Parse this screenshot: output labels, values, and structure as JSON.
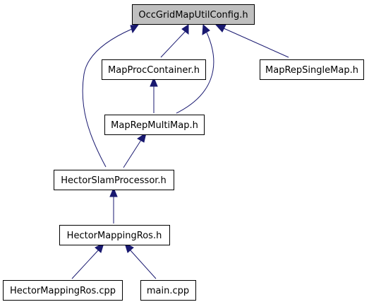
{
  "diagram": {
    "nodes": [
      {
        "id": "occ",
        "label": "OccGridMapUtilConfig.h",
        "root": true
      },
      {
        "id": "proc",
        "label": "MapProcContainer.h"
      },
      {
        "id": "single",
        "label": "MapRepSingleMap.h"
      },
      {
        "id": "multi",
        "label": "MapRepMultiMap.h"
      },
      {
        "id": "slam",
        "label": "HectorSlamProcessor.h"
      },
      {
        "id": "mapros",
        "label": "HectorMappingRos.h"
      },
      {
        "id": "mapcpp",
        "label": "HectorMappingRos.cpp"
      },
      {
        "id": "main",
        "label": "main.cpp"
      }
    ],
    "edges": [
      {
        "from": "proc",
        "to": "occ"
      },
      {
        "from": "single",
        "to": "occ"
      },
      {
        "from": "multi",
        "to": "occ"
      },
      {
        "from": "slam",
        "to": "occ"
      },
      {
        "from": "multi",
        "to": "proc"
      },
      {
        "from": "slam",
        "to": "multi"
      },
      {
        "from": "mapros",
        "to": "slam"
      },
      {
        "from": "mapcpp",
        "to": "mapros"
      },
      {
        "from": "main",
        "to": "mapros"
      }
    ],
    "colors": {
      "edge": "#191970",
      "root_fill": "#bfbfbf",
      "node_fill": "#ffffff",
      "border": "#000000"
    }
  }
}
